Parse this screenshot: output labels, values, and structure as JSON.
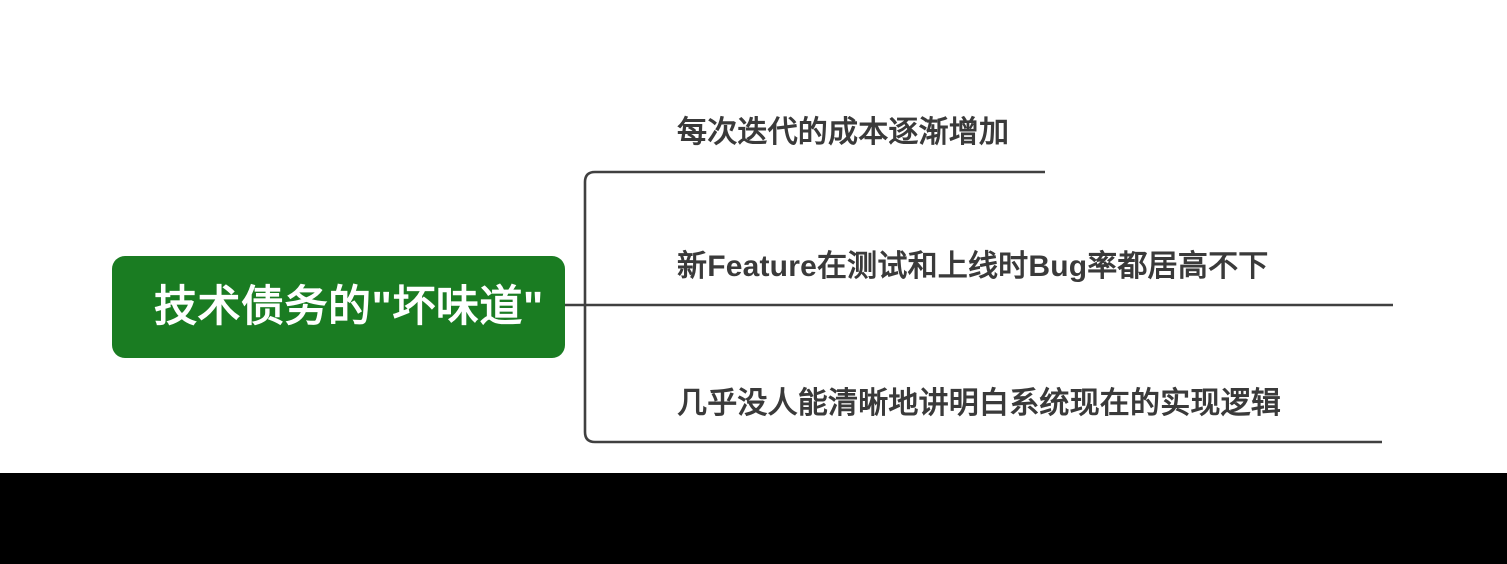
{
  "diagram": {
    "type": "mindmap",
    "background_color": "#ffffff",
    "root": {
      "label": "技术债务的\"坏味道\"",
      "fill_color": "#1a7c22",
      "text_color": "#ffffff"
    },
    "branches": [
      {
        "label": "每次迭代的成本逐渐增加"
      },
      {
        "label": "新Feature在测试和上线时Bug率都居高不下"
      },
      {
        "label": "几乎没人能清晰地讲明白系统现在的实现逻辑"
      }
    ],
    "connector_color": "#404040",
    "branch_text_color": "#3a3a3a"
  },
  "bottom_bar": {
    "color": "#000000"
  }
}
